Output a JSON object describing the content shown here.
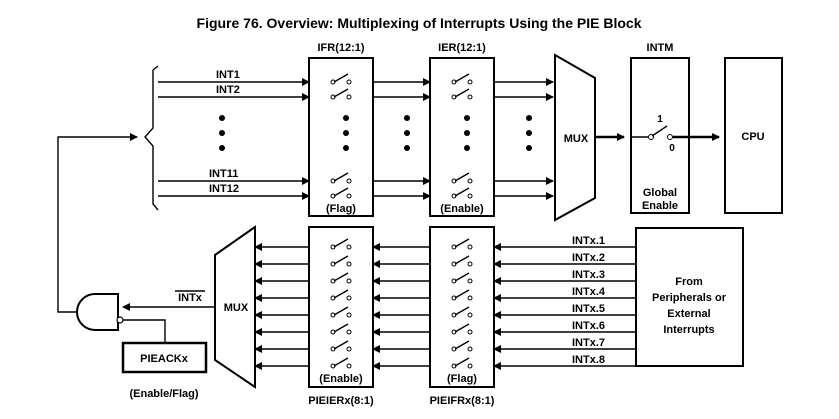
{
  "title": "Figure 76. Overview: Multiplexing of Interrupts Using the PIE Block",
  "top_blocks": {
    "ifr": {
      "header": "IFR(12:1)",
      "footer": "(Flag)"
    },
    "ier": {
      "header": "IER(12:1)",
      "footer": "(Enable)"
    },
    "intm": {
      "header": "INTM",
      "footer_line1": "Global",
      "footer_line2": "Enable",
      "switch_on": "1",
      "switch_off": "0"
    }
  },
  "top_inputs": [
    "INT1",
    "INT2",
    "INT11",
    "INT12"
  ],
  "mux_label": "MUX",
  "cpu_label": "CPU",
  "bottom_blocks": {
    "pieier": {
      "footer": "(Enable)",
      "caption": "PIEIERx(8:1)"
    },
    "pieifr": {
      "footer": "(Flag)",
      "caption": "PIEIFRx(8:1)"
    }
  },
  "bottom_inputs": [
    "INTx.1",
    "INTx.2",
    "INTx.3",
    "INTx.4",
    "INTx.5",
    "INTx.6",
    "INTx.7",
    "INTx.8"
  ],
  "peripherals": {
    "line1": "From",
    "line2": "Peripherals or",
    "line3": "External",
    "line4": "Interrupts"
  },
  "intx_label": "INTx",
  "pieack": {
    "label": "PIEACKx",
    "caption": "(Enable/Flag)"
  },
  "colors": {
    "ink": "#000000",
    "background": "#ffffff"
  }
}
